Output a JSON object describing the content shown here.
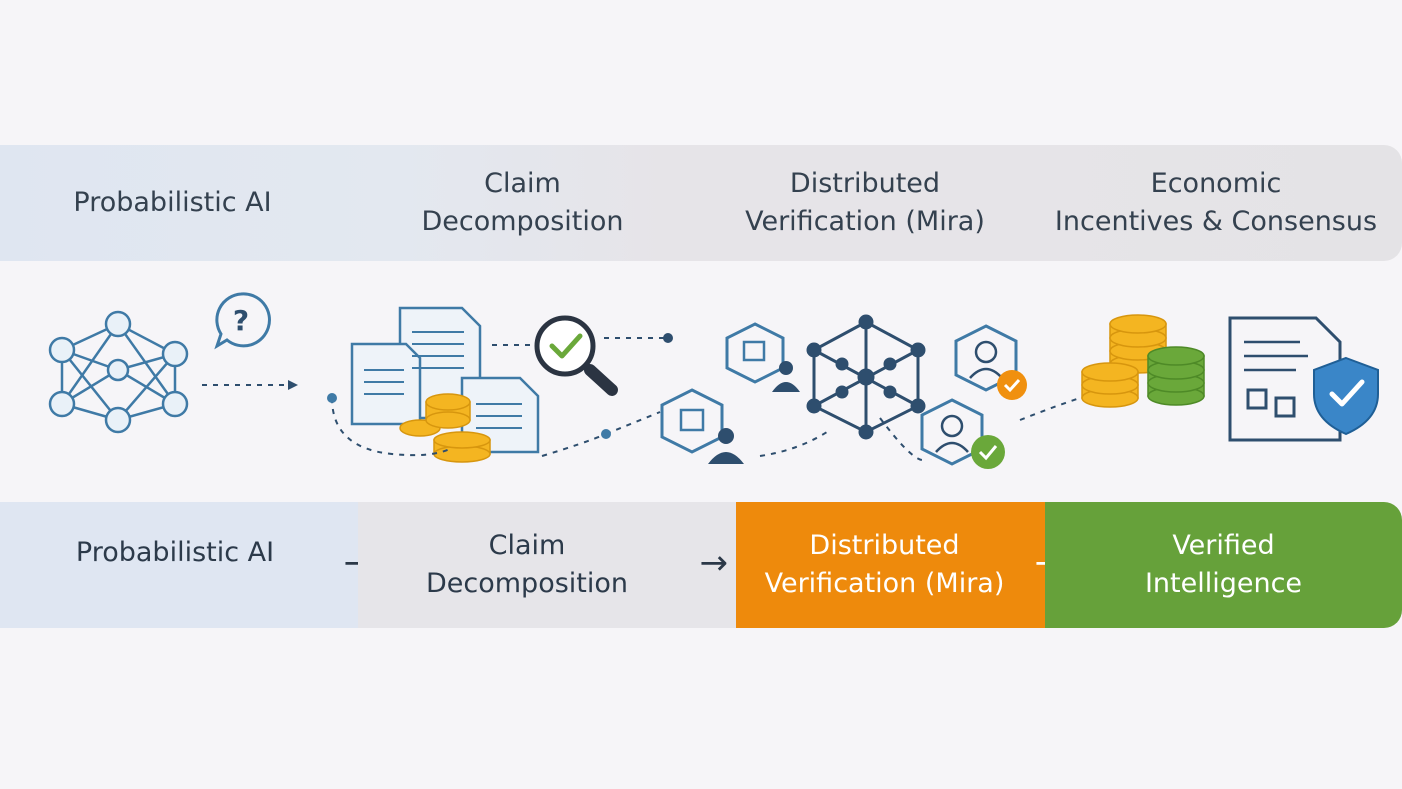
{
  "top_band": [
    {
      "line1": "Probabilistic AI",
      "line2": ""
    },
    {
      "line1": "Claim",
      "line2": "Decomposition"
    },
    {
      "line1": "Distributed",
      "line2": "Verification (Mira)"
    },
    {
      "line1": "Economic",
      "line2": "Incentives & Consensus"
    }
  ],
  "bottom_band": [
    {
      "line1": "Probabilistic AI",
      "line2": "",
      "color": "#dfe6f2"
    },
    {
      "line1": "Claim",
      "line2": "Decomposition",
      "color": "#e6e5e9"
    },
    {
      "line1": "Distributed",
      "line2": "Verification (Mira)",
      "color": "#ee8a0c"
    },
    {
      "line1": "Verified",
      "line2": "Intelligence",
      "color": "#66a13a"
    }
  ],
  "arrow_glyph": "→",
  "question_mark": "?",
  "colors": {
    "blue": "#3f7aa6",
    "navy": "#2e4e6e",
    "gold": "#f4b521",
    "green": "#6aa83a",
    "orange": "#f0900f"
  },
  "icons": [
    "neural-network-icon",
    "question-bubble-icon",
    "documents-icon",
    "coins-icon",
    "magnifier-check-icon",
    "validator-node-icon",
    "network-graph-icon",
    "verified-user-icon",
    "coin-stacks-icon",
    "certificate-shield-icon"
  ]
}
